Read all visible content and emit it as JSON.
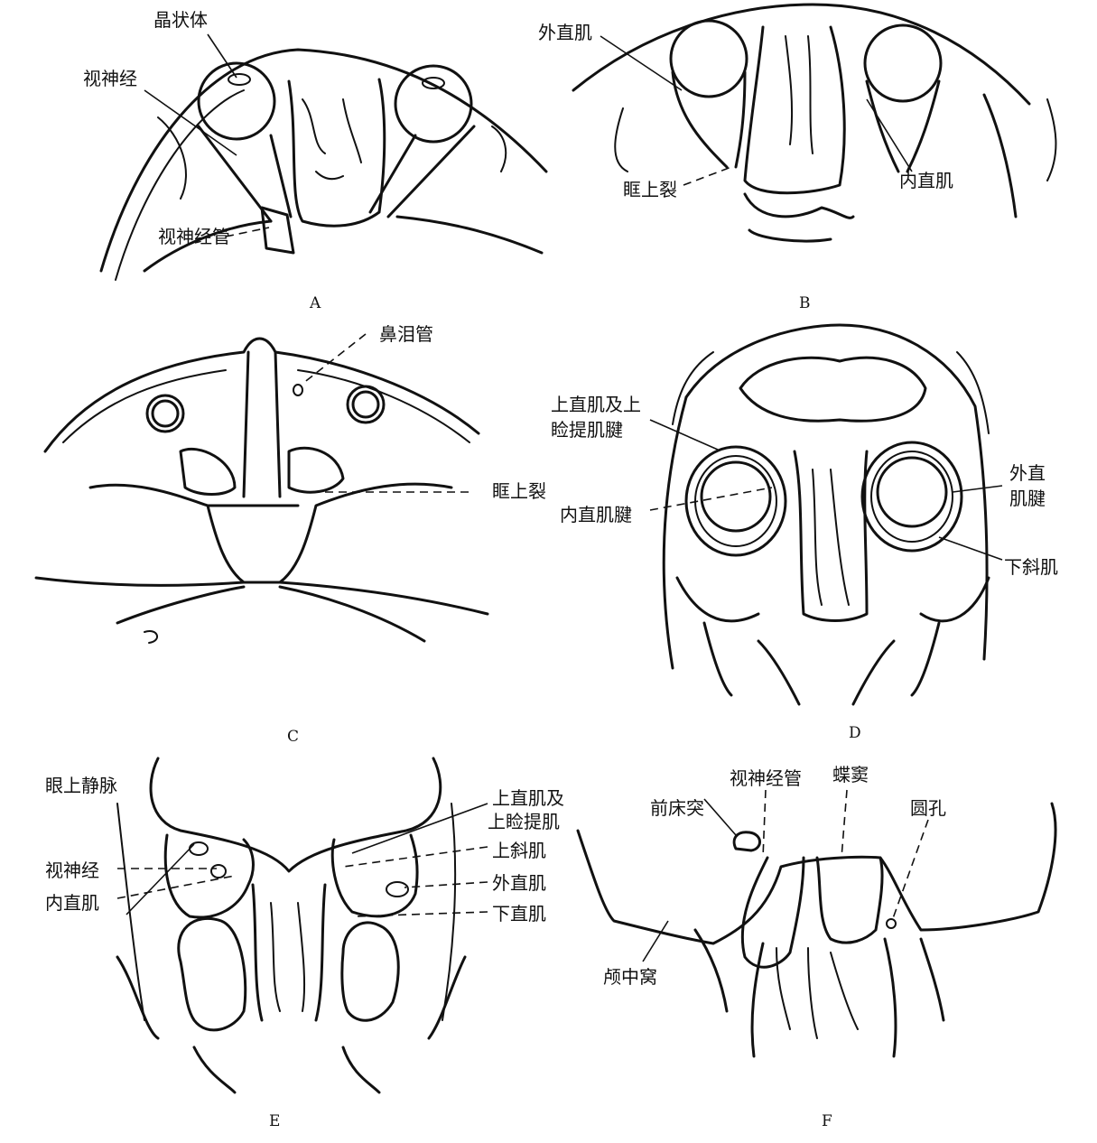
{
  "panels": {
    "A": {
      "caption": "A",
      "labels": {
        "lens": "晶状体",
        "optic_nerve": "视神经",
        "optic_canal": "视神经管"
      }
    },
    "B": {
      "caption": "B",
      "labels": {
        "lateral_rectus": "外直肌",
        "medial_rectus": "内直肌",
        "superior_orbital_fissure": "眶上裂"
      }
    },
    "C": {
      "caption": "C",
      "labels": {
        "nasolacrimal_duct": "鼻泪管",
        "superior_orbital_fissure": "眶上裂"
      }
    },
    "D": {
      "caption": "D",
      "labels": {
        "superior_rectus_levator_1": "上直肌及上",
        "superior_rectus_levator_2": "睑提肌腱",
        "medial_rectus_tendon": "内直肌腱",
        "lateral_rectus_tendon_1": "外直",
        "lateral_rectus_tendon_2": "肌腱",
        "inferior_oblique": "下斜肌"
      }
    },
    "E": {
      "caption": "E",
      "labels": {
        "superior_ophthalmic_vein": "眼上静脉",
        "optic_nerve": "视神经",
        "medial_rectus": "内直肌",
        "superior_rectus_levator_1": "上直肌及",
        "superior_rectus_levator_2": "上睑提肌",
        "superior_oblique": "上斜肌",
        "lateral_rectus": "外直肌",
        "inferior_rectus": "下直肌"
      }
    },
    "F": {
      "caption": "F",
      "labels": {
        "optic_canal": "视神经管",
        "sphenoid_sinus": "蝶窦",
        "anterior_clinoid": "前床突",
        "foramen_rotundum": "圆孔",
        "middle_cranial_fossa": "颅中窝"
      }
    }
  }
}
